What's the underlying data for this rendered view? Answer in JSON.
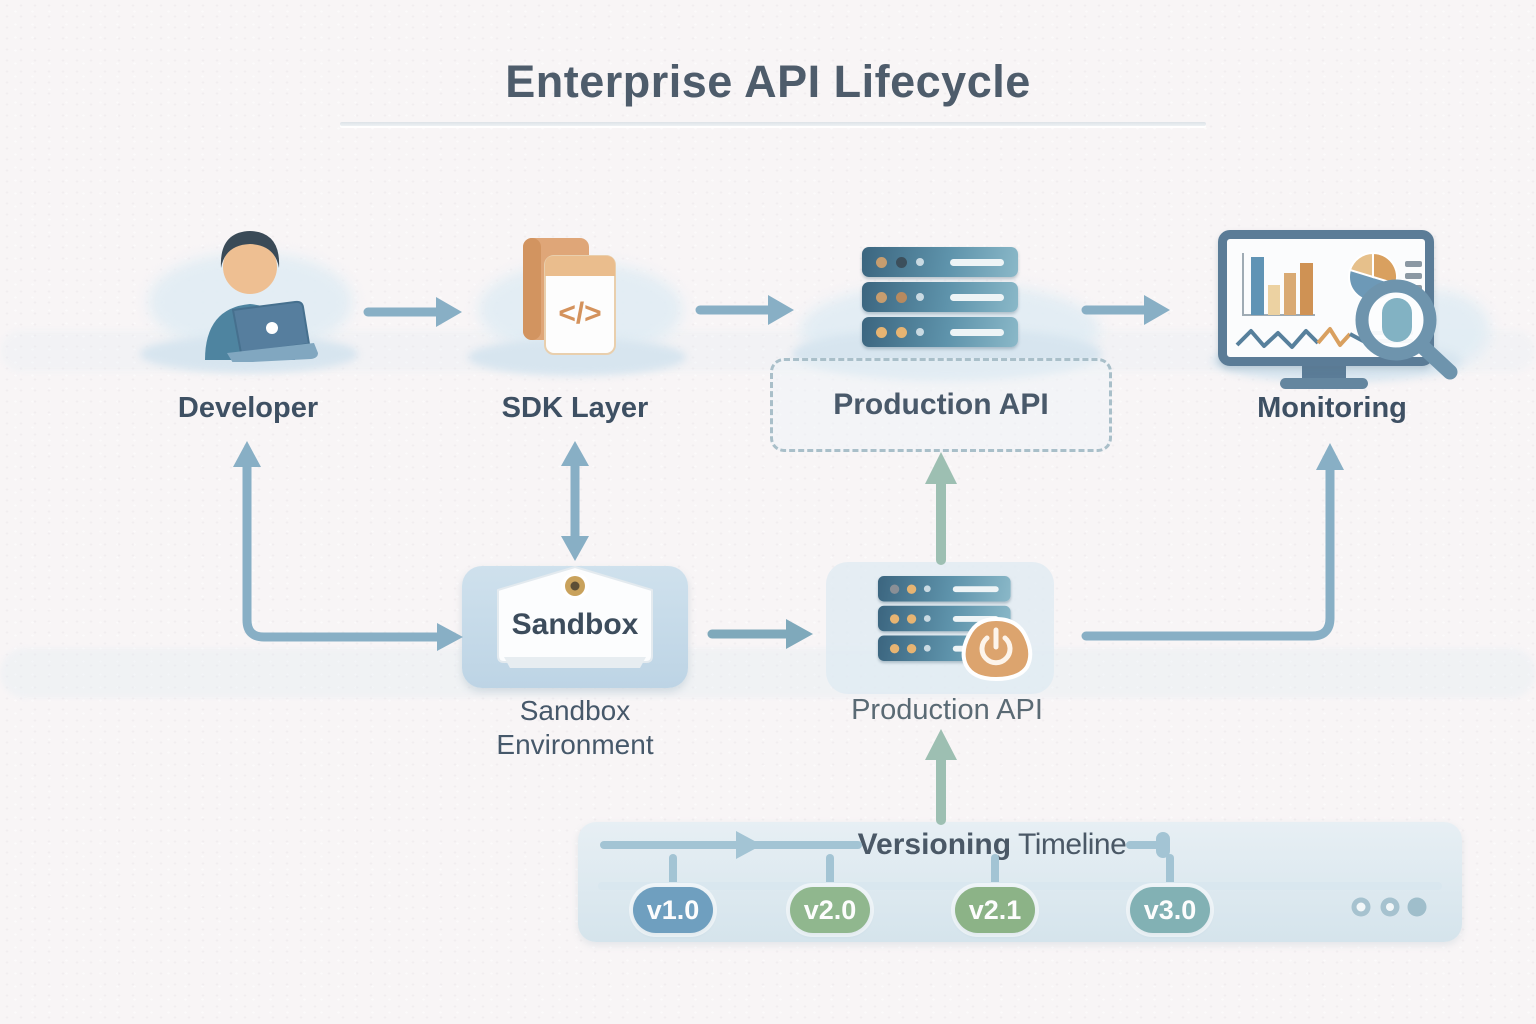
{
  "title": "Enterprise API Lifecycle",
  "nodes": {
    "developer": {
      "label": "Developer"
    },
    "sdk": {
      "label": "SDK Layer",
      "code_glyph": "</>"
    },
    "production_top": {
      "label": "Production API"
    },
    "monitoring": {
      "label": "Monitoring"
    },
    "sandbox": {
      "plaque_text": "Sandbox",
      "label_line1": "Sandbox",
      "label_line2": "Environment"
    },
    "production_mid": {
      "label": "Production API"
    }
  },
  "timeline": {
    "heading_bold": "Versioning",
    "heading_light": "Timeline",
    "versions": [
      {
        "label": "v1.0",
        "color": "#6f9fbf"
      },
      {
        "label": "v2.0",
        "color": "#90b78e"
      },
      {
        "label": "v2.1",
        "color": "#8cb387"
      },
      {
        "label": "v3.0",
        "color": "#82b1b4"
      }
    ]
  },
  "colors": {
    "arrow_blue": "#88afc5",
    "arrow_green": "#9dbfb2",
    "arrow_teal": "#7fa9bb",
    "dashed_border": "#a9bfc9",
    "accent_orange": "#dca46e",
    "server_blue": "#3b657f",
    "label_dark": "#3e5063",
    "title_dark": "#4e5c6b"
  }
}
